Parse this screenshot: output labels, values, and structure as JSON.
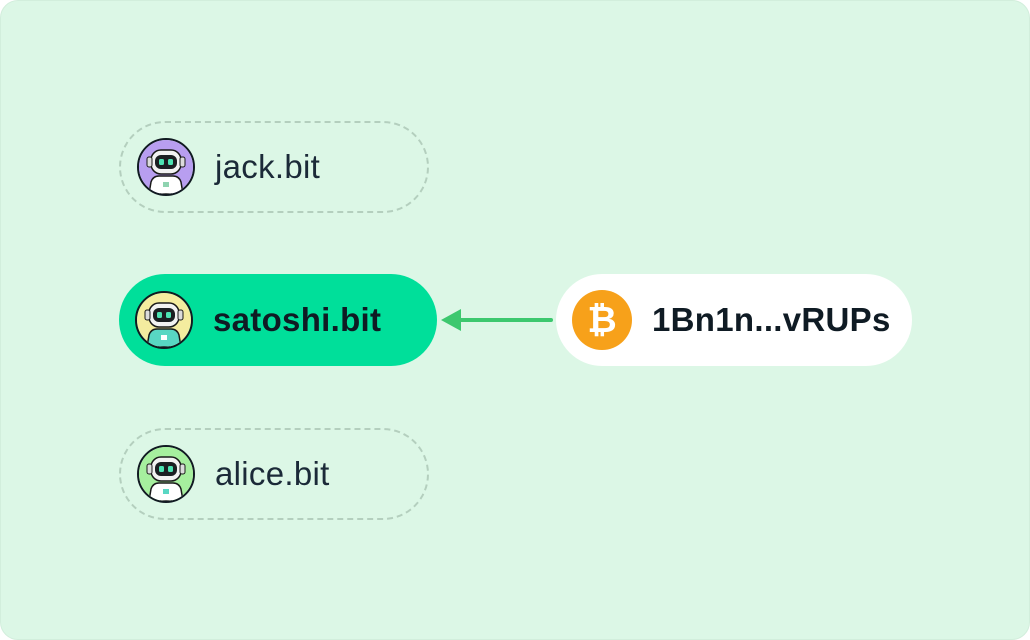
{
  "accounts": [
    {
      "name": "jack.bit",
      "avatar_color": "#b89ef0",
      "state": "outlined"
    },
    {
      "name": "satoshi.bit",
      "avatar_color": "#f4ec9f",
      "state": "selected"
    },
    {
      "name": "alice.bit",
      "avatar_color": "#a6ef9e",
      "state": "outlined"
    }
  ],
  "address": {
    "label": "1Bn1n...vRUPs",
    "icon": "bitcoin-icon",
    "icon_glyph": "₿",
    "icon_color": "#f7a11a"
  },
  "colors": {
    "background": "#dcf7e6",
    "selected": "#00df9a",
    "arrow": "#3cc86e"
  }
}
